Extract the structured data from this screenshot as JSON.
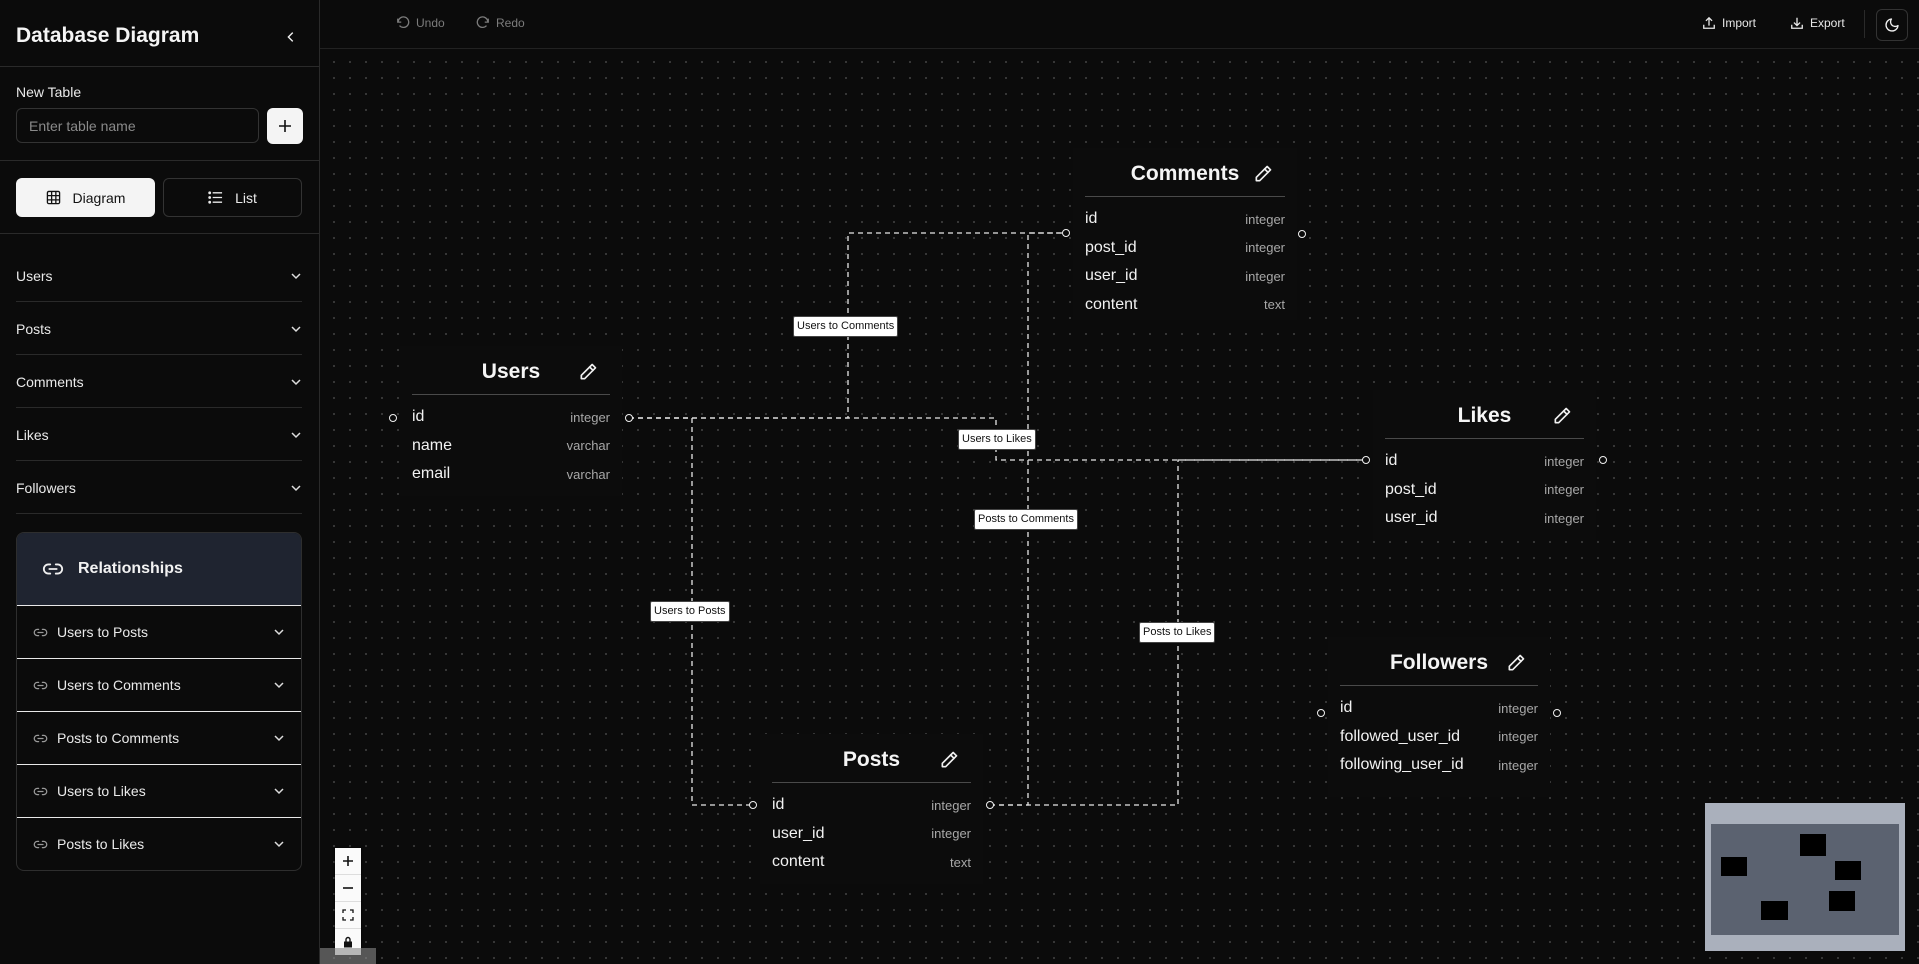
{
  "sidebar": {
    "title": "Database Diagram",
    "new_table_label": "New Table",
    "new_table_placeholder": "Enter table name",
    "views": {
      "diagram": "Diagram",
      "list": "List",
      "active": "Diagram"
    },
    "tables": [
      "Users",
      "Posts",
      "Comments",
      "Likes",
      "Followers"
    ],
    "relationships_title": "Relationships",
    "relationships": [
      "Users to Posts",
      "Users to Comments",
      "Posts to Comments",
      "Users to Likes",
      "Posts to Likes"
    ]
  },
  "toolbar": {
    "undo": "Undo",
    "redo": "Redo",
    "import": "Import",
    "export": "Export"
  },
  "nodes": {
    "users": {
      "title": "Users",
      "fields": [
        {
          "name": "id",
          "type": "integer"
        },
        {
          "name": "name",
          "type": "varchar"
        },
        {
          "name": "email",
          "type": "varchar"
        }
      ]
    },
    "comments": {
      "title": "Comments",
      "fields": [
        {
          "name": "id",
          "type": "integer"
        },
        {
          "name": "post_id",
          "type": "integer"
        },
        {
          "name": "user_id",
          "type": "integer"
        },
        {
          "name": "content",
          "type": "text"
        }
      ]
    },
    "likes": {
      "title": "Likes",
      "fields": [
        {
          "name": "id",
          "type": "integer"
        },
        {
          "name": "post_id",
          "type": "integer"
        },
        {
          "name": "user_id",
          "type": "integer"
        }
      ]
    },
    "posts": {
      "title": "Posts",
      "fields": [
        {
          "name": "id",
          "type": "integer"
        },
        {
          "name": "user_id",
          "type": "integer"
        },
        {
          "name": "content",
          "type": "text"
        }
      ]
    },
    "followers": {
      "title": "Followers",
      "fields": [
        {
          "name": "id",
          "type": "integer"
        },
        {
          "name": "followed_user_id",
          "type": "integer"
        },
        {
          "name": "following_user_id",
          "type": "integer"
        }
      ]
    }
  },
  "edges": {
    "users_to_comments": "Users to Comments",
    "users_to_likes": "Users to Likes",
    "posts_to_comments": "Posts to Comments",
    "users_to_posts": "Users to Posts",
    "posts_to_likes": "Posts to Likes"
  },
  "colors": {
    "background": "#0b0b0b",
    "panel_header": "#1f2430",
    "minimap": "#aab0bc"
  }
}
